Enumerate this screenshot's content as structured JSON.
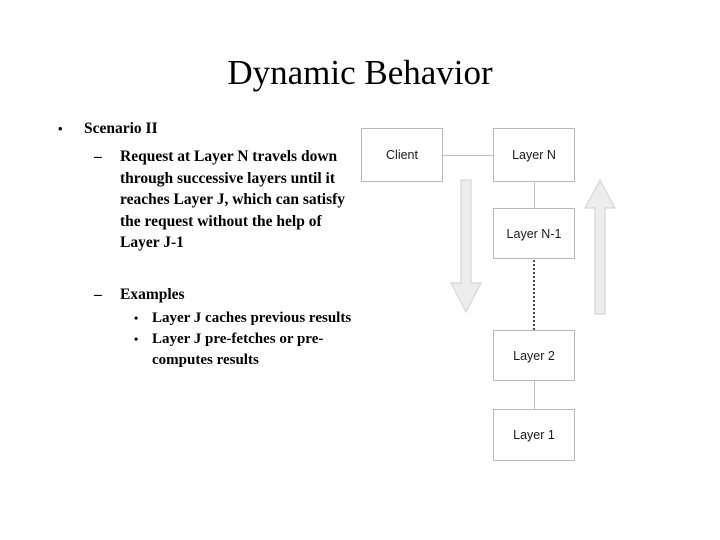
{
  "slide": {
    "title": "Dynamic Behavior",
    "bullets": {
      "scenario_label": "Scenario II",
      "scenario_marker": "•",
      "dash_marker": "–",
      "dot_marker": "•",
      "description": "Request at Layer N travels down through successive layers until it reaches Layer J, which can satisfy the request without the help of Layer J-1",
      "examples_label": "Examples",
      "examples": [
        "Layer J caches previous results",
        "Layer J pre-fetches or pre-computes results"
      ]
    }
  },
  "diagram": {
    "nodes": [
      {
        "id": "client",
        "label": "Client"
      },
      {
        "id": "layer-n",
        "label": "Layer N"
      },
      {
        "id": "layer-n-1",
        "label": "Layer N-1"
      },
      {
        "id": "layer-2",
        "label": "Layer 2"
      },
      {
        "id": "layer-1",
        "label": "Layer 1"
      }
    ],
    "arrows": [
      {
        "id": "down-arrow",
        "direction": "down"
      },
      {
        "id": "up-arrow",
        "direction": "up"
      }
    ],
    "colors": {
      "box_border": "#b9b9b9",
      "connector": "#bdbdbd",
      "dotted_connector": "#4a4a4a",
      "arrow_fill": "#ededed",
      "arrow_stroke": "#d2d2d2",
      "text": "#1a1a1a"
    }
  }
}
